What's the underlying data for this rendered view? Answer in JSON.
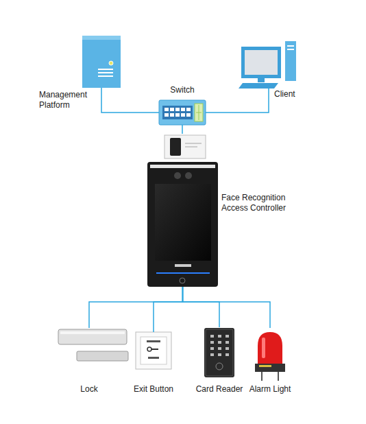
{
  "diagram": {
    "nodes": [
      {
        "text": [
          "Management Platform"
        ]
      },
      {
        "text": [
          "Switch"
        ]
      },
      {
        "text": [
          "Client"
        ]
      },
      {
        "text": [
          "Face Recognition Access Controller"
        ]
      },
      {
        "text": [
          "Lock"
        ]
      },
      {
        "text": [
          "Exit Button"
        ]
      },
      {
        "text": [
          "Card Reader"
        ]
      },
      {
        "text": [
          "Alarm Light"
        ]
      }
    ],
    "edges": [
      {
        "from": 0,
        "to": 1,
        "arrow": "none"
      },
      {
        "from": 2,
        "to": 1,
        "arrow": "none"
      },
      {
        "from": 1,
        "to": 3,
        "arrow": "none"
      },
      {
        "from": 3,
        "to": 4,
        "arrow": "none"
      },
      {
        "from": 3,
        "to": 5,
        "arrow": "none"
      },
      {
        "from": 3,
        "to": 6,
        "arrow": "none"
      },
      {
        "from": 3,
        "to": 7,
        "arrow": "none"
      }
    ]
  }
}
